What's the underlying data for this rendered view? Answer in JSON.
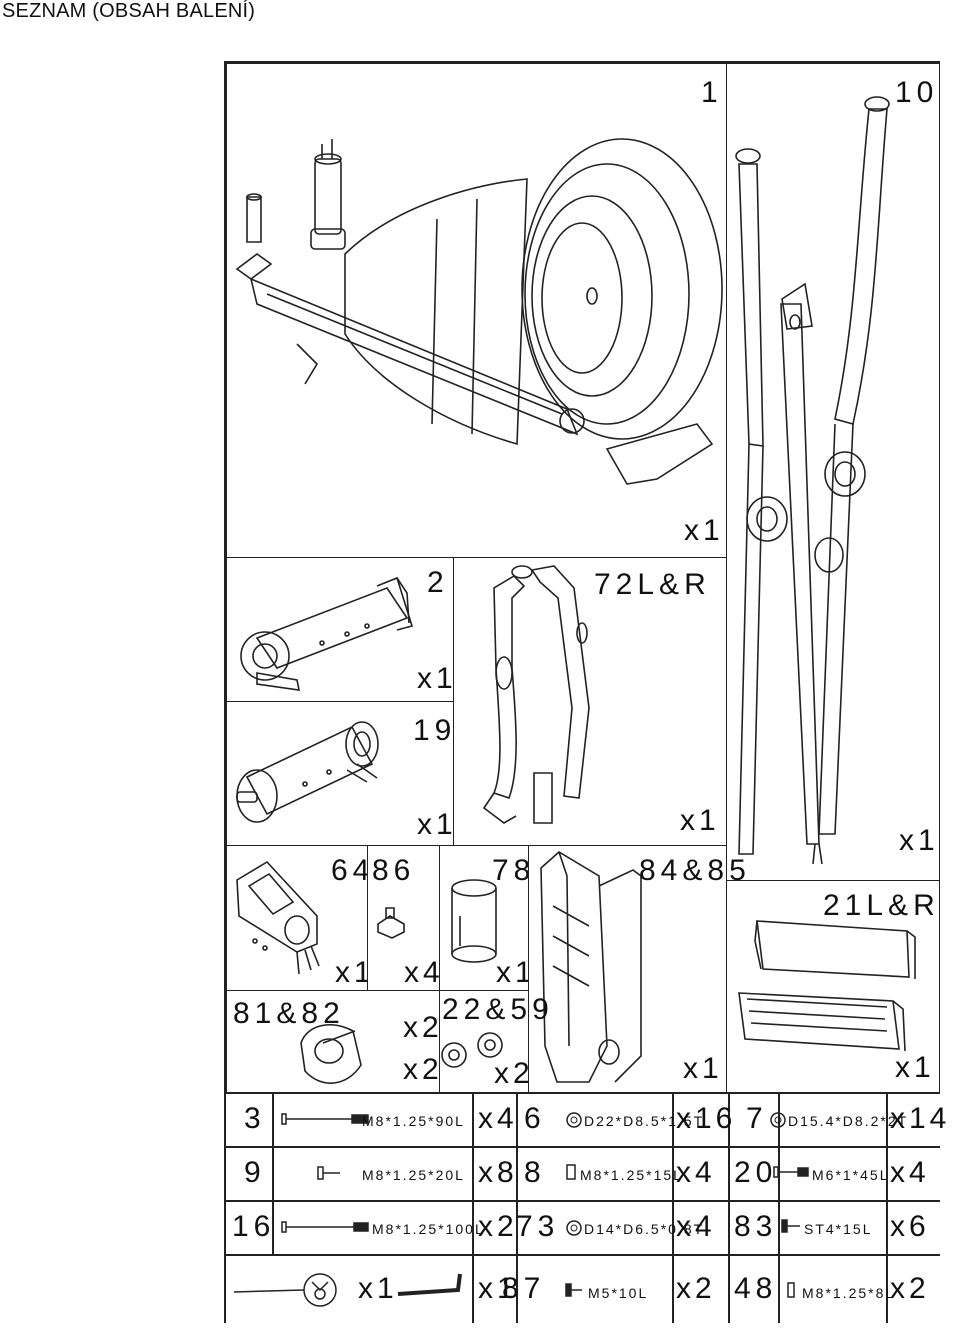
{
  "title": "SEZNAM (OBSAH BALENÍ)",
  "parts": {
    "p1": {
      "num": "1",
      "qty": "x1"
    },
    "p10": {
      "num": "10",
      "qty": "x1"
    },
    "p2": {
      "num": "2",
      "qty": "x1"
    },
    "p19": {
      "num": "19",
      "qty": "x1"
    },
    "p72": {
      "num": "72L&R",
      "qty": "x1"
    },
    "p64": {
      "num": "64",
      "qty": "x1"
    },
    "p86": {
      "num": "86",
      "qty": "x4"
    },
    "p78": {
      "num": "78",
      "qty": "x1"
    },
    "p84": {
      "num": "84&85",
      "qty": "x1"
    },
    "p21": {
      "num": "21L&R",
      "qty": "x1"
    },
    "p81": {
      "num": "81&82",
      "qty1": "x2",
      "qty2": "x2"
    },
    "p22": {
      "num": "22&59",
      "qty": "x2"
    }
  },
  "hardware": [
    [
      {
        "num": "3",
        "spec": "M8*1.25*90L",
        "qty": "x4"
      },
      {
        "num": "6",
        "spec": "D22*D8.5*1.5T",
        "qty": "x16"
      },
      {
        "num": "7",
        "spec": "D15.4*D8.2*2T",
        "qty": "x14"
      }
    ],
    [
      {
        "num": "9",
        "spec": "M8*1.25*20L",
        "qty": "x8"
      },
      {
        "num": "8",
        "spec": "M8*1.25*15L",
        "qty": "x4"
      },
      {
        "num": "20",
        "spec": "M6*1*45L",
        "qty": "x4"
      }
    ],
    [
      {
        "num": "16",
        "spec": "M8*1.25*100L",
        "qty": "x2"
      },
      {
        "num": "73",
        "spec": "D14*D6.5*0.8T",
        "qty": "x4"
      },
      {
        "num": "83",
        "spec": "ST4*15L",
        "qty": "x6"
      }
    ],
    [
      {
        "num": "",
        "spec": "",
        "qty": "x1"
      },
      {
        "num": "",
        "spec": "",
        "qty": "x1"
      },
      {
        "num": "87",
        "spec": "M5*10L",
        "qty": "x2"
      },
      {
        "num": "48",
        "spec": "M8*1.25*8L",
        "qty": "x2"
      }
    ]
  ]
}
